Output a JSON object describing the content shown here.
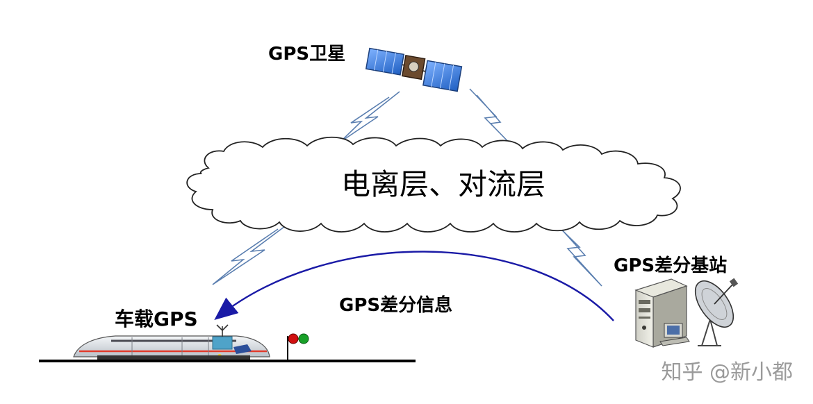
{
  "labels": {
    "satellite": "GPS卫星",
    "atmosphere": "电离层、对流层",
    "base_station": "GPS差分基站",
    "differential_info": "GPS差分信息",
    "onboard_gps": "车载GPS"
  },
  "watermark": "知乎 @新小都",
  "colors": {
    "arrow": "#1a1aa6",
    "signal": "#5b7fb0",
    "signal_red": "#d01010",
    "signal_green": "#18a028",
    "satellite_panel": "#2a6fd0",
    "watermark": "#9a9a9a"
  },
  "icons": [
    "satellite-icon",
    "cloud-shape",
    "lightning-signal-icon",
    "train-icon",
    "rail-signal-icon",
    "server-icon",
    "dish-antenna-icon"
  ]
}
